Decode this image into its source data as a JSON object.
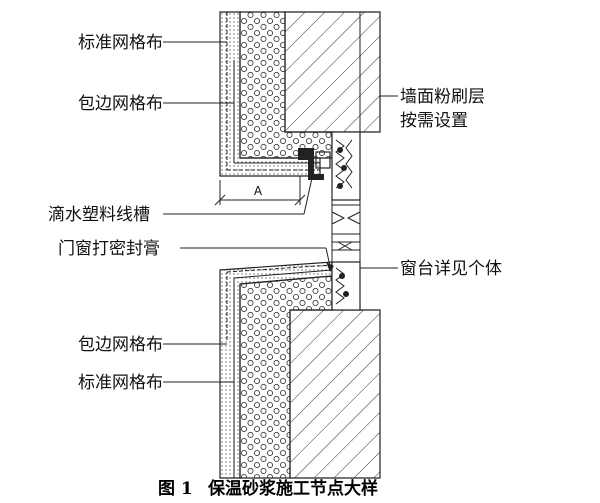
{
  "labels": {
    "standard_mesh_top": "标准网格布",
    "edge_mesh_top": "包边网格布",
    "wall_plaster": "墙面粉刷层",
    "as_needed": "按需设置",
    "drip_groove": "滴水塑料线槽",
    "sealant": "门窗打密封膏",
    "sill_detail": "窗台详见个体",
    "edge_mesh_bottom": "包边网格布",
    "standard_mesh_bottom": "标准网格布",
    "dimension_a": "A"
  },
  "caption": {
    "figure_no": "图 1",
    "title": "保温砂浆施工节点大样"
  }
}
